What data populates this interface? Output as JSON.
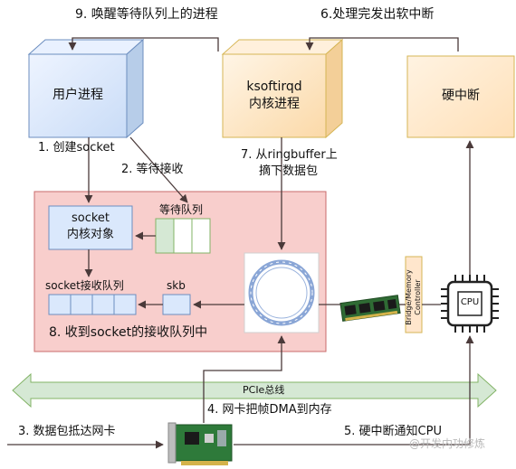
{
  "top_labels": {
    "wakeup": "9. 唤醒等待队列上的进程",
    "softirq": "6.处理完发出软中断"
  },
  "boxes": {
    "user_process": "用户进程",
    "ksoftirqd_line1": "ksoftirqd",
    "ksoftirqd_line2": "内核进程",
    "hard_irq": "硬中断"
  },
  "steps": {
    "create_socket": "1. 创建socket",
    "wait_recv": "2. 等待接收",
    "take_packet_line1": "7. 从ringbuffer上",
    "take_packet_line2": "摘下数据包",
    "received_to_queue": "8. 收到socket的接收队列中",
    "nic_dma": "4. 网卡把帧DMA到内存",
    "packet_arrive": "3. 数据包抵达网卡",
    "irq_notify": "5. 硬中断通知CPU"
  },
  "kernel": {
    "socket_obj_line1": "socket",
    "socket_obj_line2": "内核对象",
    "wait_queue": "等待队列",
    "recv_queue": "socket接收队列",
    "skb": "skb"
  },
  "hardware": {
    "bridge": "Bridge/Memory Controller",
    "cpu": "CPU",
    "bus": "PCIe总线"
  },
  "watermark": "@开发内功修炼",
  "colors": {
    "kernel_area": "#f8cecc",
    "kernel_border": "#c96b6b",
    "blue_box": "#dae8fc",
    "orange_box": "#ffe6cc",
    "green_bus": "#d5e8d4",
    "arrow": "#4a3a3a"
  }
}
